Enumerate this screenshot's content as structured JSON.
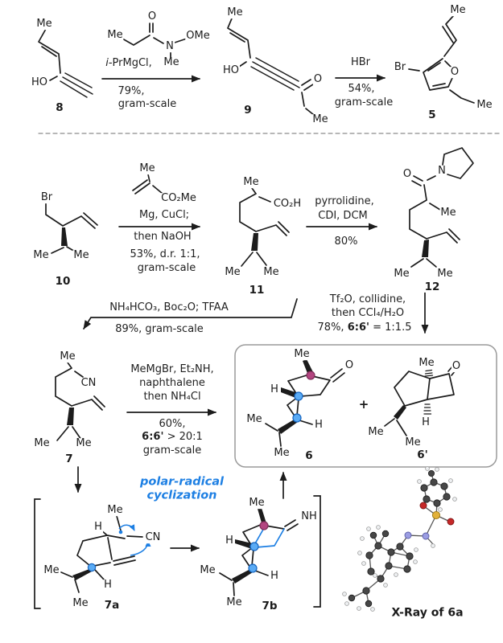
{
  "colors": {
    "bond": "#1c1c1c",
    "accent_blue": "#1d7fe3",
    "dot_blue_fill": "#5aabf5",
    "dot_magenta_fill": "#b34580",
    "box_border": "#9a9a9a"
  },
  "row1": {
    "c8": {
      "me": "Me",
      "ho": "HO",
      "num": "8"
    },
    "step1": {
      "amide": {
        "me1": "Me",
        "o": "O",
        "n": "N",
        "ome": "OMe",
        "me2": "Me"
      },
      "reagent_i": "i",
      "reagent_rest": "-PrMgCl,",
      "yield": "79%,",
      "scale": "gram-scale"
    },
    "c9": {
      "me_top": "Me",
      "ho": "HO",
      "o": "O",
      "me_bottom": "Me",
      "num": "9"
    },
    "step2": {
      "reagent": "HBr",
      "yield": "54%,",
      "scale": "gram-scale"
    },
    "c5": {
      "me_top": "Me",
      "br": "Br",
      "o": "O",
      "me_right": "Me",
      "num": "5"
    }
  },
  "row2": {
    "c10": {
      "br": "Br",
      "me_left": "Me",
      "me_right": "Me",
      "num": "10"
    },
    "step3": {
      "mma_me": "Me",
      "mma_ester": "CO₂Me",
      "line1": "Mg, CuCl;",
      "line2": "then NaOH",
      "line3": "53%, d.r. 1:1,",
      "line4": "gram-scale"
    },
    "c11": {
      "me_top": "Me",
      "acid": "CO₂H",
      "me_left": "Me",
      "me_right": "Me",
      "num": "11"
    },
    "step4": {
      "line1": "pyrrolidine,",
      "line2": "CDI, DCM",
      "yield": "80%"
    },
    "c12": {
      "o": "O",
      "n": "N",
      "me_top": "Me",
      "me_left": "Me",
      "me_right": "Me",
      "num": "12"
    }
  },
  "mid": {
    "step5": {
      "line1": "NH₄HCO₃, Boc₂O; TFAA",
      "line2": "89%, gram-scale"
    },
    "c7": {
      "me_top": "Me",
      "cn": "CN",
      "me_left": "Me",
      "me_right": "Me",
      "num": "7"
    },
    "step6": {
      "line1": "MeMgBr, Et₂NH,",
      "line2": "naphthalene",
      "line3": "then NH₄Cl",
      "line4": "60%,",
      "ratio_bold": "6:6'",
      "ratio_rest": " > 20:1",
      "line6": "gram-scale"
    },
    "step7": {
      "line1": "Tf₂O, collidine,",
      "line2": "then CCl₄/H₂O",
      "line3_pre": "78%, ",
      "ratio_bold": "6:6'",
      "ratio_rest": " = 1:1.5"
    }
  },
  "box": {
    "c6": {
      "me_top": "Me",
      "h_left": "H",
      "o": "O",
      "h_right": "H",
      "me_left": "Me",
      "me_bottom": "Me",
      "num": "6"
    },
    "plus": "+",
    "c6p": {
      "me_top": "Me",
      "o": "O",
      "h": "H",
      "me_left": "Me",
      "me_bottom": "Me",
      "num": "6'"
    }
  },
  "bottom": {
    "annotation": {
      "line1": "polar-radical",
      "line2": "cyclization"
    },
    "c7a": {
      "me_top": "Me",
      "h_top": "H",
      "cn": "CN",
      "me_left": "Me",
      "h_bottom": "H",
      "me_bottom": "Me",
      "num": "7a"
    },
    "c7b": {
      "me_top": "Me",
      "nh": "NH",
      "h_left": "H",
      "me_left": "Me",
      "h_right": "H",
      "me_bottom": "Me",
      "num": "7b"
    },
    "xray_caption": "X-Ray of 6a"
  }
}
